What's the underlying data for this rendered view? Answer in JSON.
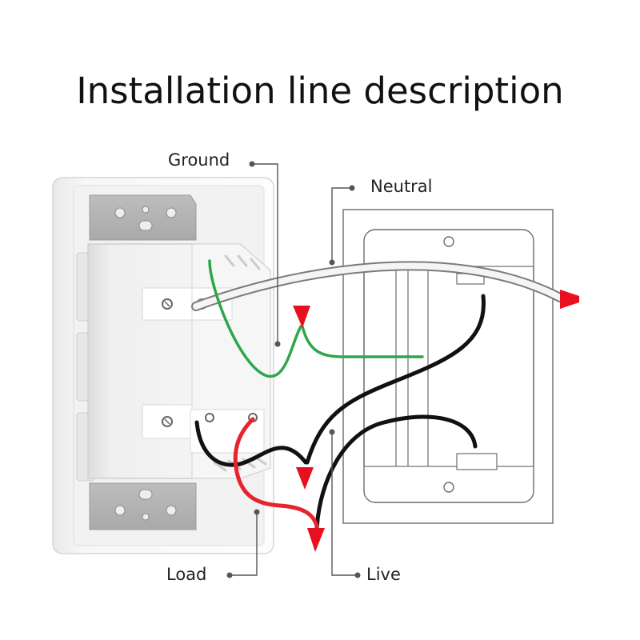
{
  "title": "Installation line description",
  "labels": {
    "ground": "Ground",
    "neutral": "Neutral",
    "load": "Load",
    "live": "Live"
  },
  "wire_colors": {
    "ground": "#2ea64a",
    "neutral": "#f2f2f2",
    "load": "#e8232d",
    "live": "#111111",
    "connector": "#e8101f"
  }
}
